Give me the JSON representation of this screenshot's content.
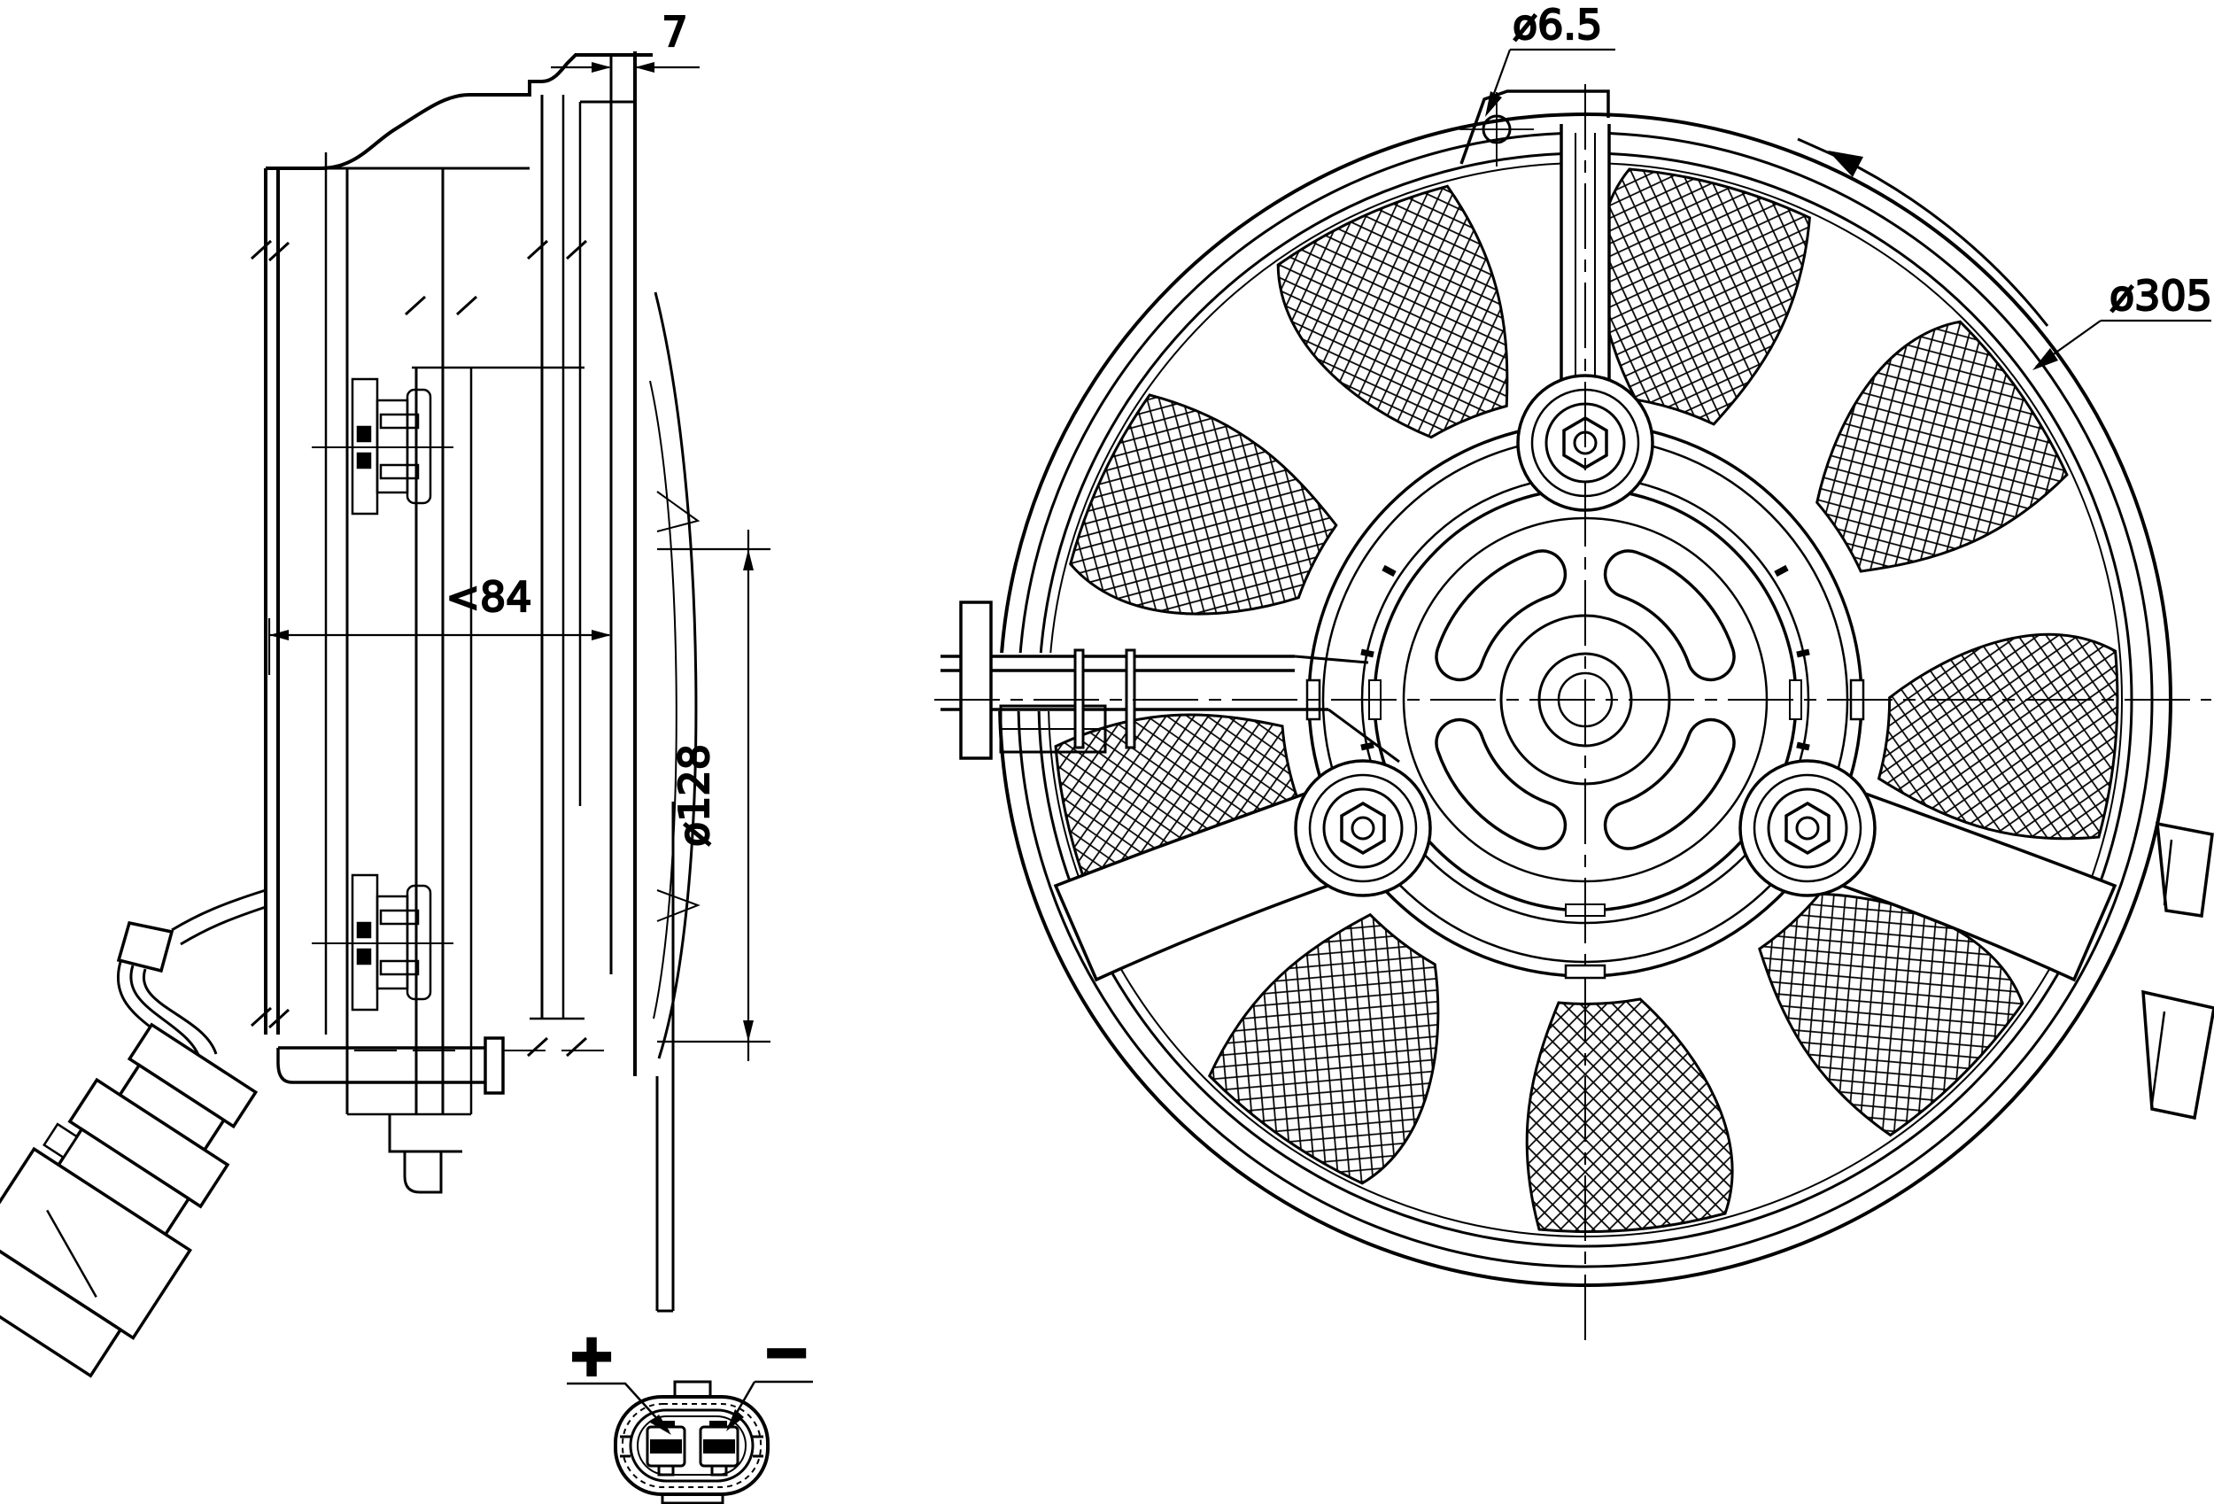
{
  "drawing": {
    "type": "technical-drawing",
    "subject": "radiator cooling fan, side view / front view / plug detail",
    "colors": {
      "line": "#000000",
      "background": "#ffffff"
    }
  },
  "dimensions": {
    "flange_offset": "7",
    "depth": "<84",
    "motor_diameter": "ø128",
    "hole_diameter": "ø6.5",
    "fan_diameter": "ø305"
  },
  "connector": {
    "plus": "+",
    "minus": "−"
  }
}
